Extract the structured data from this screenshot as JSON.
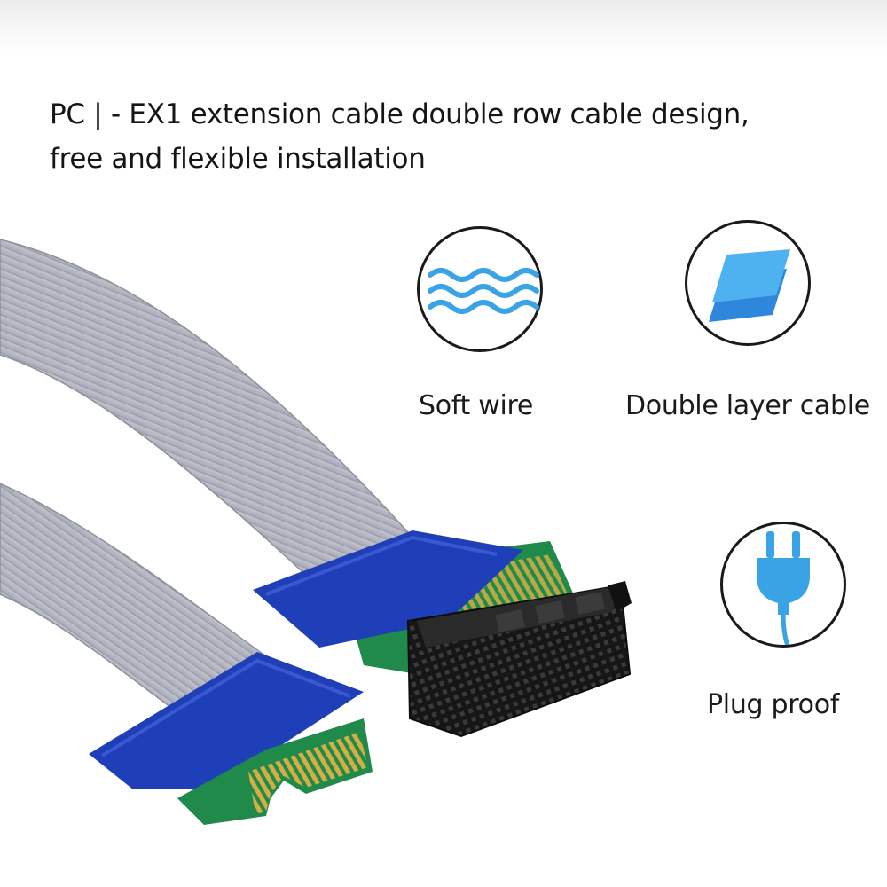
{
  "headline": {
    "line1": "PC | - EX1 extension cable double row cable design,",
    "line2": "free and flexible installation"
  },
  "features": [
    {
      "label": "Soft wire",
      "icon": "wave-icon"
    },
    {
      "label": "Double layer cable",
      "icon": "layers-icon"
    },
    {
      "label": "Plug proof",
      "icon": "plug-icon"
    }
  ],
  "colors": {
    "icon_blue": "#3aa3e6",
    "cable_gray": "#b9bcc6",
    "tape_blue": "#1f3fb8",
    "pcb_green": "#1f8a4a",
    "gold": "#c9a23a",
    "slot_black": "#1b1b1b"
  }
}
